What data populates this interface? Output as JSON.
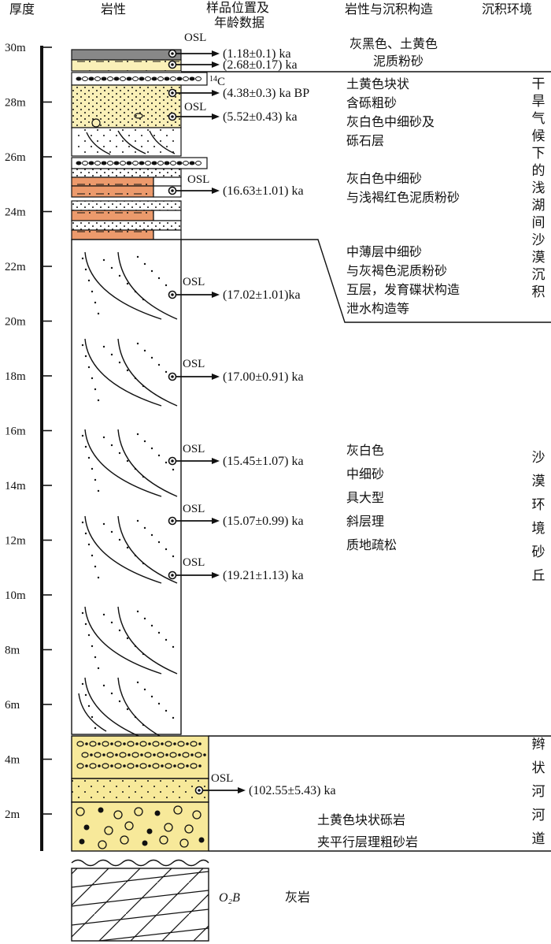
{
  "headers": {
    "thickness": "厚度",
    "lithology": "岩性",
    "sample_line1": "样品位置及",
    "sample_line2": "年龄数据",
    "structure": "岩性与沉积构造",
    "environment": "沉积环境"
  },
  "depth_ticks": [
    "30m",
    "28m",
    "26m",
    "24m",
    "22m",
    "20m",
    "18m",
    "16m",
    "14m",
    "12m",
    "10m",
    "8m",
    "6m",
    "4m",
    "2m"
  ],
  "samples": [
    {
      "method": "OSL",
      "age": "(1.18±0.1) ka"
    },
    {
      "method": "",
      "age": "(2.68±0.17) ka"
    },
    {
      "method": "14C",
      "age": "(4.38±0.3) ka BP"
    },
    {
      "method": "OSL",
      "age": "(5.52±0.43) ka"
    },
    {
      "method": "OSL",
      "age": "(16.63±1.01) ka"
    },
    {
      "method": "OSL",
      "age": "(17.02±1.01)ka"
    },
    {
      "method": "OSL",
      "age": "(17.00±0.91) ka"
    },
    {
      "method": "OSL",
      "age": "(15.45±1.07) ka"
    },
    {
      "method": "OSL",
      "age": "(15.07±0.99) ka"
    },
    {
      "method": "OSL",
      "age": "(19.21±1.13) ka"
    },
    {
      "method": "OSL",
      "age": "(102.55±5.43) ka"
    }
  ],
  "descriptions": [
    [
      "灰黑色、土黄色",
      "泥质粉砂"
    ],
    [
      "土黄色块状",
      "含砾粗砂",
      "灰白色中细砂及",
      "砾石层"
    ],
    [
      "灰白色中细砂",
      "与浅褐红色泥质粉砂"
    ],
    [
      "中薄层中细砂",
      "与灰褐色泥质粉砂",
      "互层，发育碟状构造",
      "泄水构造等"
    ],
    [
      "灰白色",
      "中细砂",
      "具大型",
      "斜层理",
      "质地疏松"
    ],
    [
      "土黄色块状砾岩",
      "夹平行层理粗砂岩"
    ]
  ],
  "environments": [
    "干旱气候下的浅湖间沙漠沉积",
    "沙漠环境砂丘",
    "辫状河河道"
  ],
  "base": {
    "formation_code": "O₂B",
    "formation_name": "灰岩"
  },
  "colors": {
    "dark_grey": "#888888",
    "yellow": "#faf0b8",
    "ochre": "#f7e99a",
    "orange": "#ec9a6c"
  }
}
